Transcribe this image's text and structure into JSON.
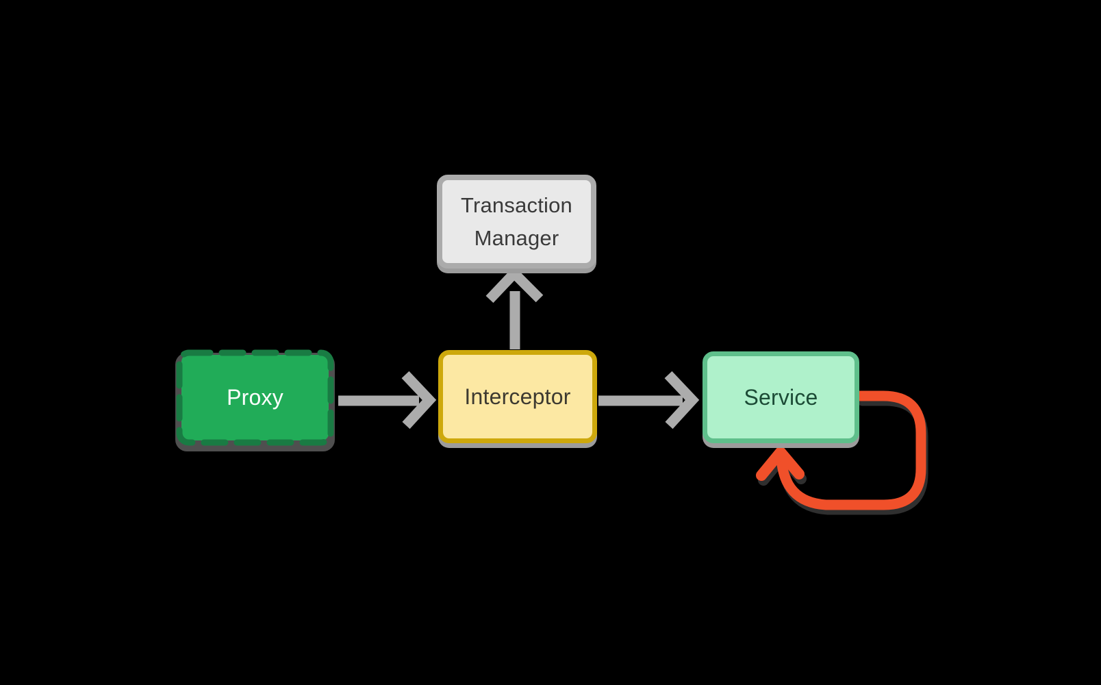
{
  "diagram": {
    "title": "",
    "background_color": "#000000",
    "nodes": {
      "proxy": {
        "label": "Proxy",
        "fill": "#21AC58",
        "border_color": "#197B43",
        "border_style": "dashed",
        "text_color": "#FFFFFF",
        "shadow_color": "#4F4F4F"
      },
      "interceptor": {
        "label": "Interceptor",
        "fill": "#FCE8A3",
        "border_color": "#CDA80C",
        "border_style": "solid",
        "text_color": "#3D3A31",
        "shadow_color": "#9C9C9C"
      },
      "transaction_manager": {
        "label": "Transaction Manager",
        "fill": "#E9E9E9",
        "border_color": "#ABABAB",
        "border_style": "solid",
        "text_color": "#3A3A3A",
        "shadow_color": "#9C9C9C"
      },
      "service": {
        "label": "Service",
        "fill": "#AFF1CB",
        "border_color": "#5FBF8B",
        "border_style": "solid",
        "text_color": "#1C4B36",
        "shadow_color": "#9C9C9C"
      }
    },
    "edges": [
      {
        "from": "proxy",
        "to": "interceptor",
        "direction": "right",
        "color": "#ACACAC",
        "style": "chevron-arrow"
      },
      {
        "from": "interceptor",
        "to": "transaction_manager",
        "direction": "up",
        "color": "#ACACAC",
        "style": "chevron-arrow"
      },
      {
        "from": "interceptor",
        "to": "service",
        "direction": "right",
        "color": "#ACACAC",
        "style": "chevron-arrow"
      },
      {
        "from": "service",
        "to": "service",
        "type": "self-loop",
        "color": "#F0502A",
        "style": "chevron-arrow"
      }
    ]
  }
}
